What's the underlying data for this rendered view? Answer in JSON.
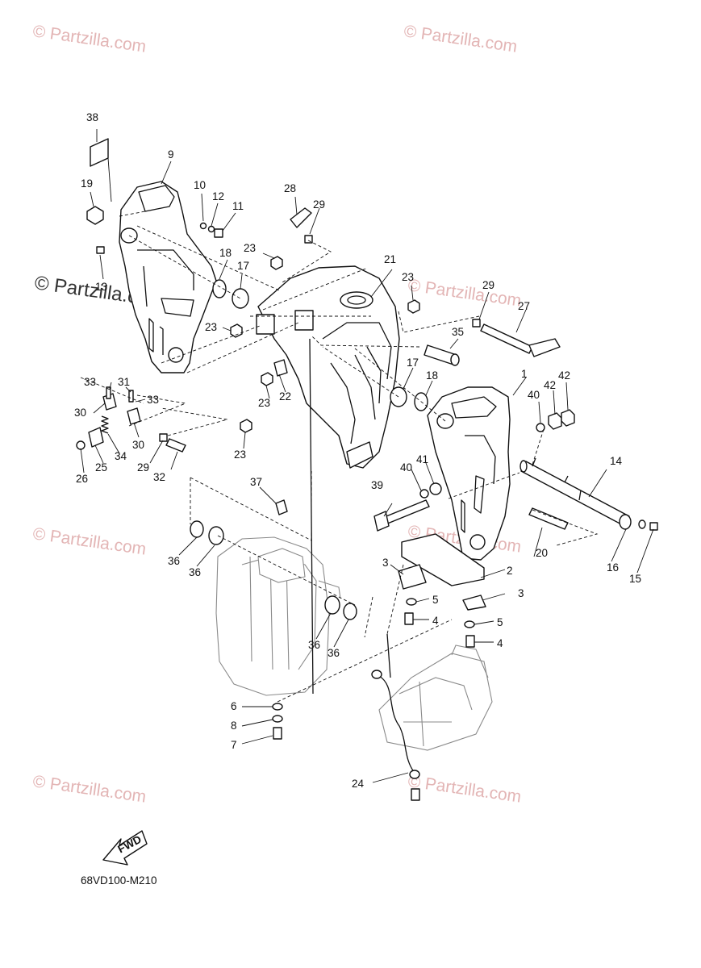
{
  "watermarks": [
    {
      "text": "© Partzilla.com"
    },
    {
      "text": "© Partzilla.com"
    },
    {
      "text": "© Partzilla.com"
    },
    {
      "text": "© Partzilla.com"
    },
    {
      "text": "© Partzilla.com"
    },
    {
      "text": "© Partzilla.com"
    },
    {
      "text": "© Partzilla.com"
    },
    {
      "text": "© Partzilla.com"
    }
  ],
  "diagram_code": "68VD100-M210",
  "fwd_label": "FWD",
  "callouts": [
    "38",
    "9",
    "19",
    "10",
    "12",
    "11",
    "13",
    "18",
    "17",
    "23",
    "28",
    "29",
    "23",
    "21",
    "23",
    "29",
    "27",
    "35",
    "17",
    "18",
    "1",
    "40",
    "42",
    "42",
    "33",
    "31",
    "33",
    "30",
    "30",
    "34",
    "25",
    "26",
    "29",
    "32",
    "22",
    "23",
    "23",
    "40",
    "41",
    "39",
    "14",
    "37",
    "36",
    "36",
    "36",
    "36",
    "3",
    "2",
    "5",
    "4",
    "3",
    "5",
    "4",
    "20",
    "16",
    "15",
    "6",
    "8",
    "7",
    "24"
  ]
}
